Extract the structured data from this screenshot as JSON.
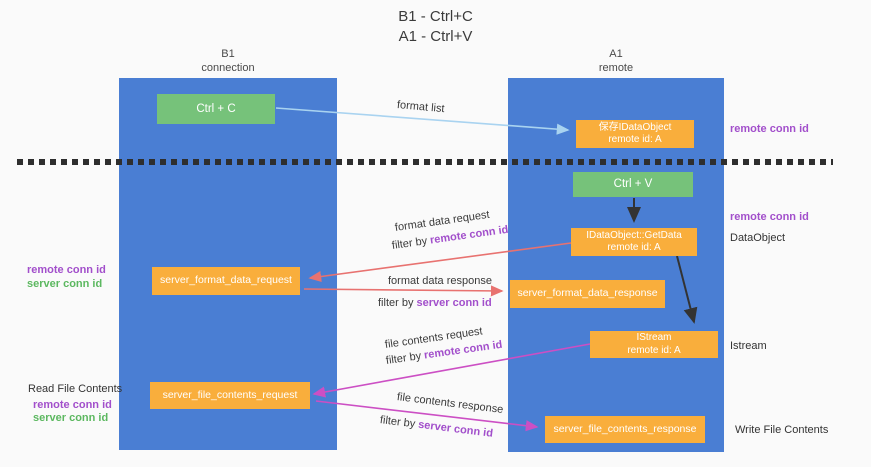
{
  "title": {
    "line1": "B1 - Ctrl+C",
    "line2": "A1 - Ctrl+V"
  },
  "lanes": {
    "left": {
      "title": "B1",
      "subtitle": "connection"
    },
    "right": {
      "title": "A1",
      "subtitle": "remote"
    }
  },
  "boxes": {
    "ctrl_c": "Ctrl + C",
    "save_dataobject": {
      "line1": "保存IDataObject",
      "line2": "remote id: A"
    },
    "ctrl_v": "Ctrl + V",
    "getdata": {
      "line1": "IDataObject::GetData",
      "line2": "remote id: A"
    },
    "istream": {
      "line1": "IStream",
      "line2": "remote id: A"
    },
    "format_request": "server_format_data_request",
    "format_response": "server_format_data_response",
    "file_request": "server_file_contents_request",
    "file_response": "server_file_contents_response"
  },
  "arrow_labels": {
    "format_list": "format list",
    "format_data_request": "format data request",
    "format_data_response": "format data response",
    "file_contents_request": "file contents request",
    "file_contents_response": "file contents response",
    "filter_prefix": "filter by ",
    "remote_conn_id": "remote conn id",
    "server_conn_id": "server conn id"
  },
  "side_labels": {
    "remote_conn_id": "remote conn id",
    "server_conn_id": "server conn id",
    "dataobject": "DataObject",
    "istream": "Istream",
    "read_file_contents": "Read File Contents",
    "write_file_contents": "Write File Contents"
  },
  "colors": {
    "lane_blue": "#4A7ED3",
    "box_orange": "#F9AE3C",
    "box_green": "#76C27A",
    "purple_text": "#A24FCB",
    "green_text": "#5CB860",
    "red_arrow": "#E87270",
    "magenta_arrow": "#CC4FC4",
    "light_blue_arrow": "#A9D3F0",
    "black_arrow": "#333333",
    "background": "#FAFAFA"
  }
}
